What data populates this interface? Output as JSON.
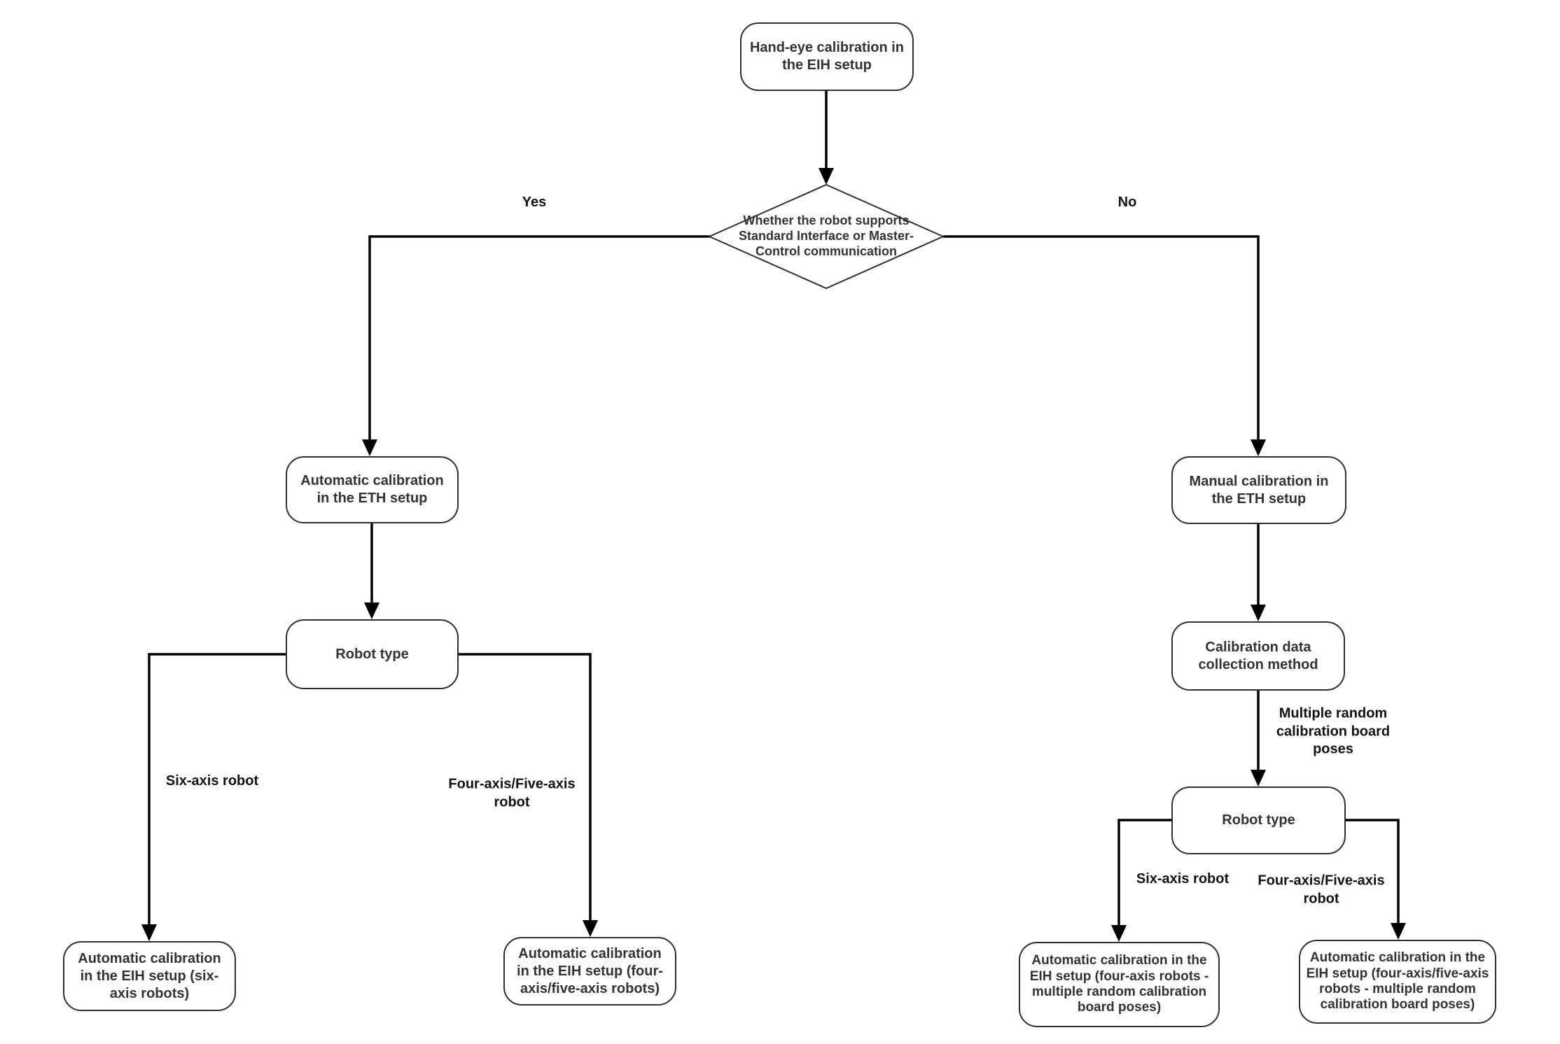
{
  "diagram": {
    "type": "flowchart",
    "background": "#ffffff",
    "colors": {
      "node_border": "#2e2e38",
      "node_fill": "#ffffff",
      "node_text": "#32323c",
      "connector": "#000000"
    },
    "nodes": {
      "start": {
        "text": "Hand-eye calibration in the EIH setup"
      },
      "decision_communication": {
        "text": "Whether the robot supports Standard Interface or Master-Control communication"
      },
      "auto_eth": {
        "text": "Automatic calibration in the ETH setup"
      },
      "robot_type_left": {
        "text": "Robot type"
      },
      "eih_six_axis": {
        "text": "Automatic calibration in the EIH setup (six-axis robots)"
      },
      "eih_four_five_axis": {
        "text": "Automatic calibration in the EIH setup (four-axis/five-axis robots)"
      },
      "manual_eth": {
        "text": "Manual calibration in the ETH setup"
      },
      "calibration_method": {
        "text": "Calibration data collection method"
      },
      "robot_type_right": {
        "text": "Robot type"
      },
      "eih_four_axis_multi": {
        "text": "Automatic calibration in the EIH setup (four-axis robots - multiple random calibration board poses)"
      },
      "eih_four_five_axis_multi": {
        "text": "Automatic calibration in the EIH setup (four-axis/five-axis robots - multiple random calibration board poses)"
      }
    },
    "edge_labels": {
      "yes": "Yes",
      "no": "No",
      "six_axis_left": "Six-axis robot",
      "four_five_left": "Four-axis/Five-axis robot",
      "multiple_poses": "Multiple random calibration board poses",
      "six_axis_right": "Six-axis robot",
      "four_five_right": "Four-axis/Five-axis robot"
    }
  }
}
